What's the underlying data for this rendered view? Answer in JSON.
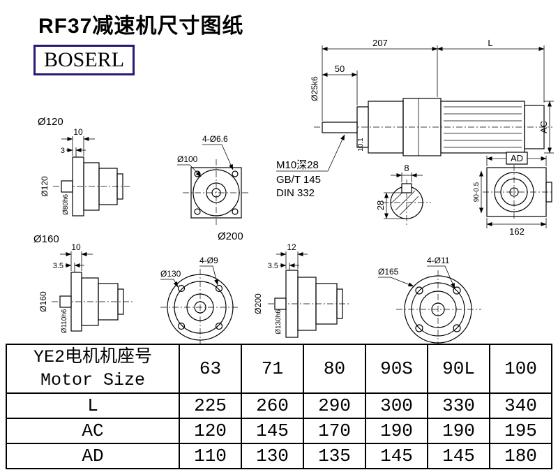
{
  "page": {
    "title": "RF37减速机尺寸图纸",
    "logo_text": "BOSERL",
    "colors": {
      "line": "#000000",
      "logo_border": "#2a1878",
      "background": "#ffffff"
    }
  },
  "drawings": {
    "main": {
      "d207": "207",
      "dL": "L",
      "d50": "50",
      "shaft_dia": "Ø25k6",
      "ac": "AC",
      "key": "10.1",
      "note1": "M10深28",
      "note2": "GB/T 145",
      "note3": "DIN 332"
    },
    "section": {
      "w8": "8",
      "h28": "28"
    },
    "endview": {
      "ad": "AD",
      "d162": "162",
      "d90": "90-0.5"
    },
    "f120": {
      "label": "Ø120",
      "d10": "10",
      "d3": "3",
      "dia1": "Ø120",
      "dia2": "Ø80h6"
    },
    "f100": {
      "holes": "4-Ø6.6",
      "dia": "Ø100"
    },
    "f160": {
      "label": "Ø160",
      "d10": "10",
      "d35": "3.5",
      "dia1": "Ø160",
      "dia2": "Ø110h6"
    },
    "f130": {
      "label200": "Ø200",
      "holes": "4-Ø9",
      "dia": "Ø130"
    },
    "f200": {
      "d12": "12",
      "d35": "3.5",
      "dia1": "Ø200",
      "dia2": "Ø130h6"
    },
    "f165": {
      "holes": "4-Ø11",
      "dia": "Ø165"
    }
  },
  "table": {
    "header_cn": "YE2电机机座号",
    "header_en": "Motor Size",
    "motor_sizes": [
      "63",
      "71",
      "80",
      "90S",
      "90L",
      "100"
    ],
    "rows": [
      {
        "label": "L",
        "values": [
          "225",
          "260",
          "290",
          "300",
          "330",
          "340"
        ]
      },
      {
        "label": "AC",
        "values": [
          "120",
          "145",
          "170",
          "190",
          "190",
          "195"
        ]
      },
      {
        "label": "AD",
        "values": [
          "110",
          "130",
          "135",
          "145",
          "145",
          "180"
        ]
      }
    ]
  }
}
